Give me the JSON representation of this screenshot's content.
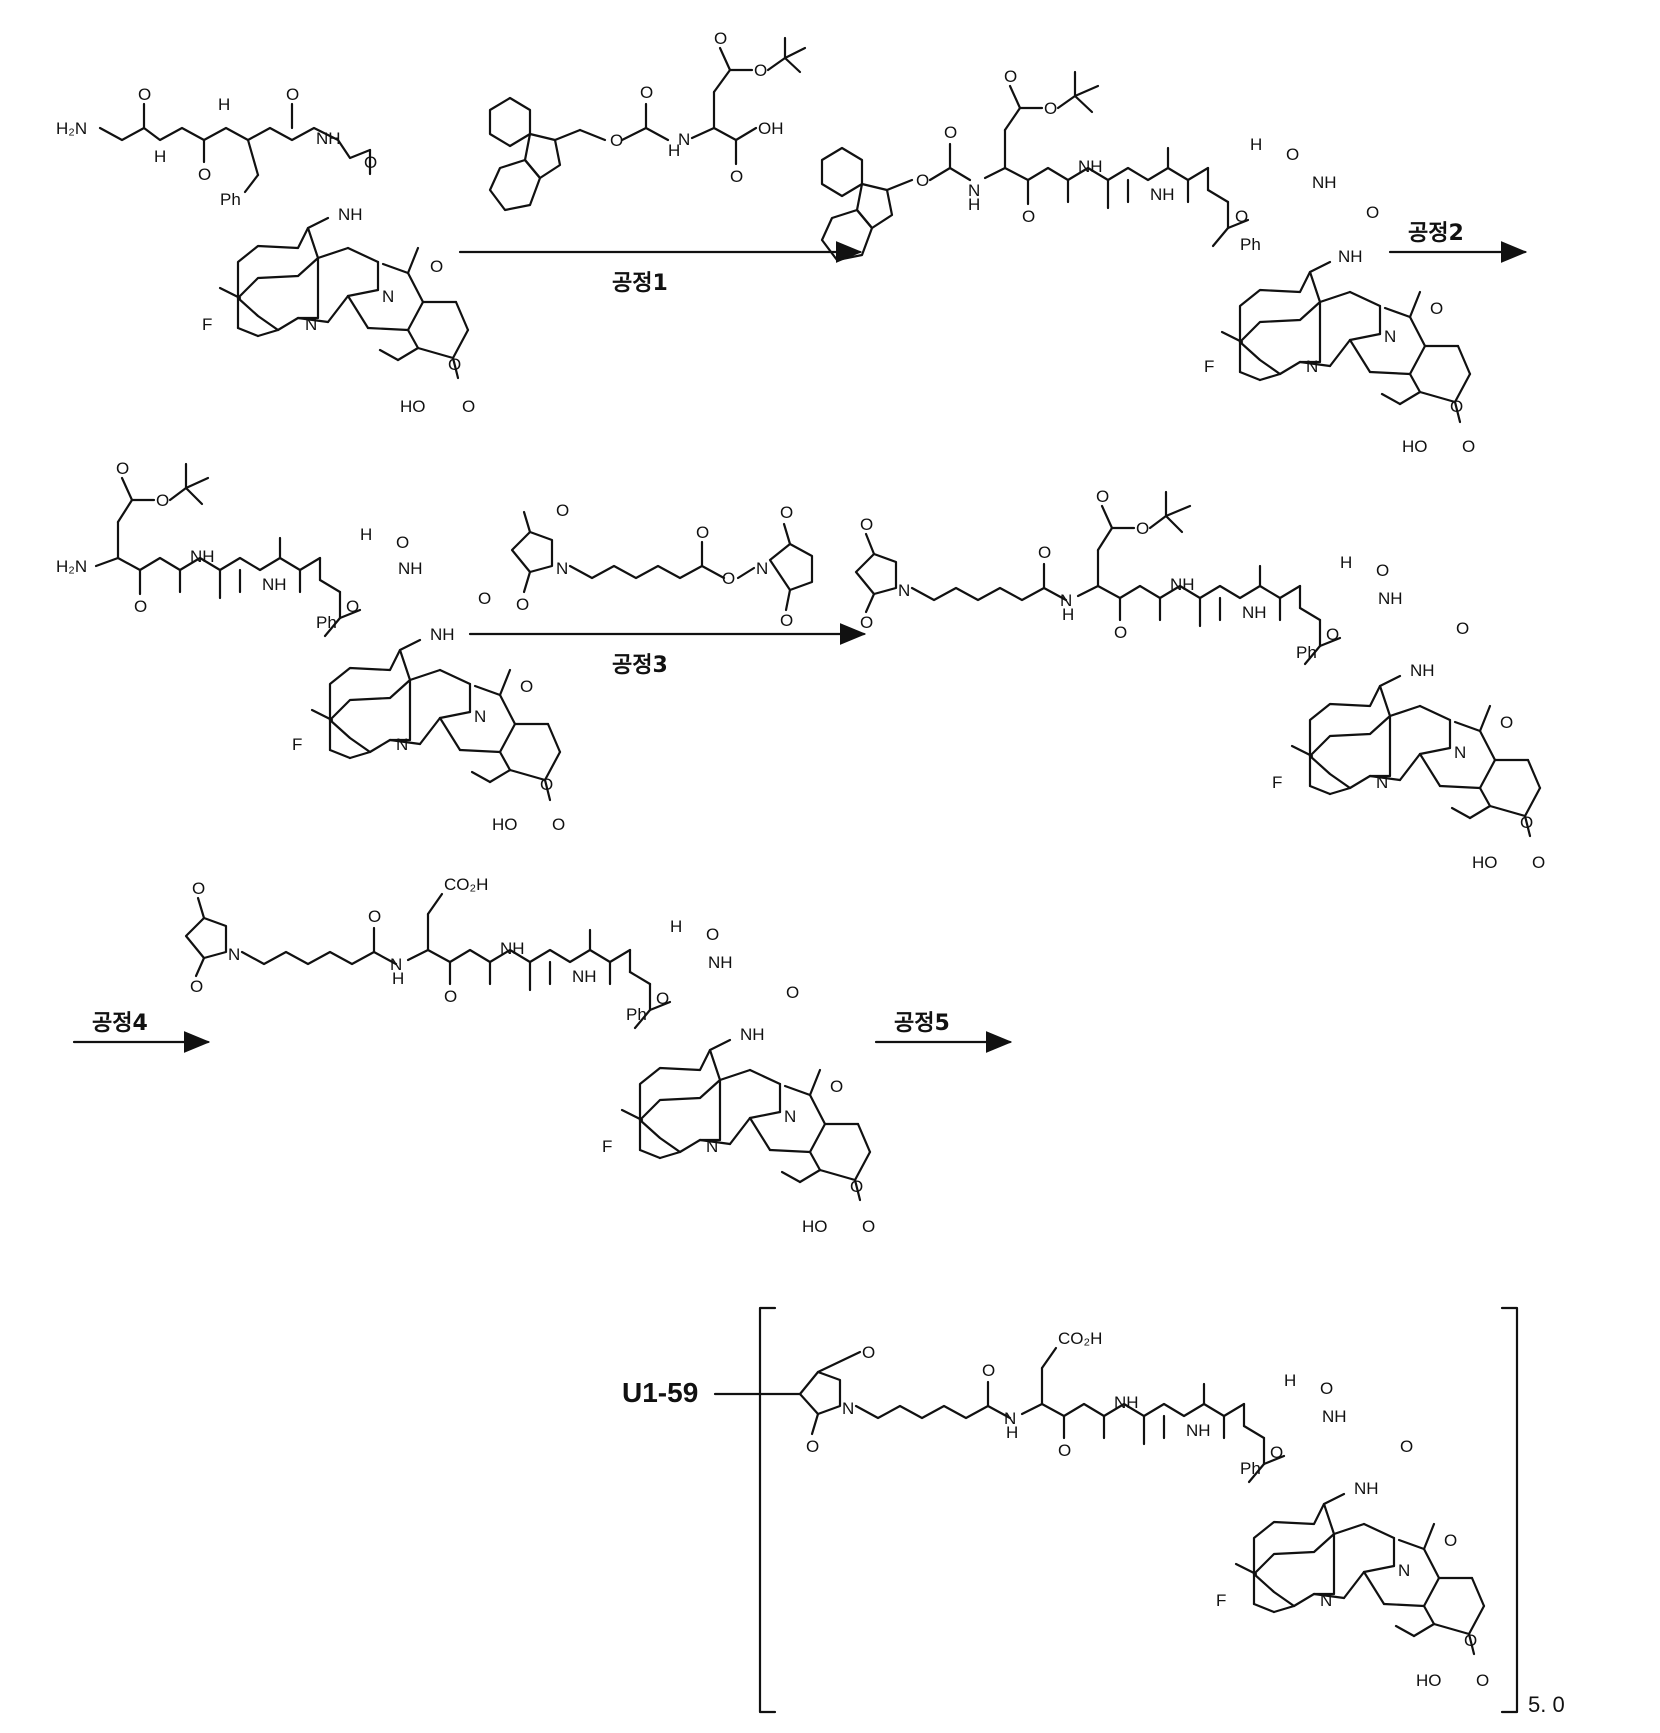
{
  "atoms": {
    "h2n": "H₂N",
    "nh": "NH",
    "hn": "HN",
    "n": "N",
    "o": "O",
    "oh": "OH",
    "ho": "HO",
    "h": "H",
    "f": "F",
    "ph": "Ph",
    "co2h": "CO₂H"
  },
  "steps": [
    "공정1",
    "공정2",
    "공정3",
    "공정4",
    "공정5"
  ],
  "product": {
    "antibody_label": "U1-59",
    "drug_ratio": "5. 0"
  }
}
